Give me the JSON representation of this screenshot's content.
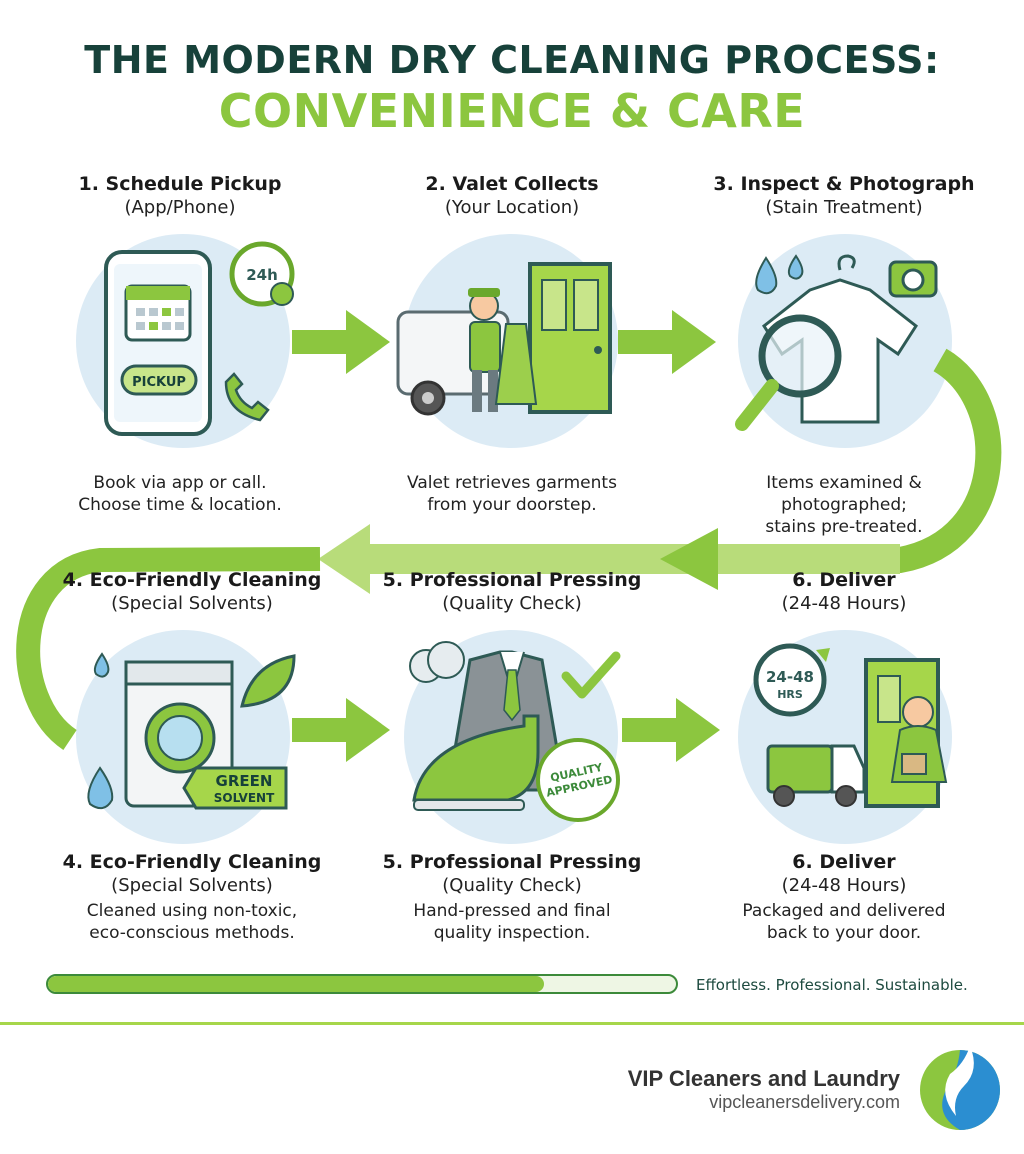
{
  "header": {
    "title_line1": "THE MODERN DRY CLEANING PROCESS:",
    "title_line2": "CONVENIENCE & CARE"
  },
  "steps": [
    {
      "title": "1. Schedule Pickup",
      "subtitle": "(App/Phone)",
      "desc_lines": [
        "Book via app or call.",
        "Choose time & location."
      ]
    },
    {
      "title": "2. Valet Collects",
      "subtitle": "(Your Location)",
      "desc_lines": [
        "Valet retrieves garments",
        "from your doorstep."
      ]
    },
    {
      "title": "3. Inspect & Photograph",
      "subtitle": "(Stain Treatment)",
      "desc_lines": [
        "Items examined &",
        "photographed;",
        "stains pre-treated."
      ]
    },
    {
      "title": "4. Eco-Friendly Cleaning",
      "subtitle": "(Special Solvents)",
      "desc_lines": [
        "Cleaned using non-toxic,",
        "eco-conscious methods."
      ]
    },
    {
      "title": "5. Professional Pressing",
      "subtitle": "(Quality Check)",
      "desc_lines": [
        "Hand-pressed and final",
        "quality inspection."
      ]
    },
    {
      "title": "6. Deliver",
      "subtitle": "(24-48 Hours)",
      "desc_lines": [
        "Packaged and delivered",
        "back to your door."
      ]
    }
  ],
  "icon_labels": {
    "timer_24h": "24h",
    "pickup_button": "PICKUP",
    "green_solvent_1": "GREEN",
    "green_solvent_2": "SOLVENT",
    "quality_1": "QUALITY",
    "quality_2": "APPROVED",
    "timer_2448": "24-48",
    "timer_hrs": "HRS"
  },
  "icons": [
    "phone-icon",
    "calendar-icon",
    "clock-24h-icon",
    "phone-call-icon",
    "valet-icon",
    "van-icon",
    "door-icon",
    "magnifier-icon",
    "shirt-icon",
    "camera-icon",
    "water-drop-icon",
    "washing-machine-icon",
    "leaf-icon",
    "steam-iron-icon",
    "suit-icon",
    "checkmark-icon",
    "delivery-truck-icon",
    "courier-icon",
    "clock-2448-icon"
  ],
  "progress": {
    "fraction": 0.79
  },
  "tagline": "Effortless. Professional. Sustainable.",
  "brand": {
    "name": "VIP Cleaners and Laundry",
    "url": "vipcleanersdelivery.com"
  },
  "colors": {
    "dark_green": "#17413a",
    "lime": "#8cc63f",
    "circle_blue": "#dcebf5"
  }
}
